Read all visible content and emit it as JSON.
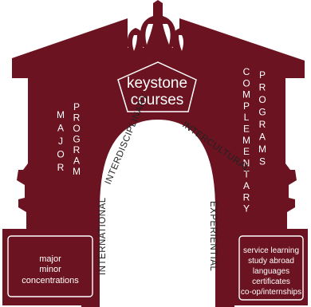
{
  "colors": {
    "maroon": "#6b1320",
    "white": "#ffffff",
    "text_dark": "#222222"
  },
  "keystone": {
    "line1": "keystone",
    "line2": "courses"
  },
  "left_pillar": {
    "vertical_words": [
      "MAJOR",
      "PROGRAM"
    ],
    "box_lines": [
      "major",
      "minor",
      "concentrations"
    ]
  },
  "right_pillar": {
    "vertical_words": [
      "COMPLEMENTARY",
      "PROGRAMS"
    ],
    "box_lines": [
      "service learning",
      "study abroad",
      "languages",
      "certificates",
      "co-op/internships"
    ]
  },
  "arch_labels": {
    "left_vertical": "INTERNATIONAL",
    "top_left": "INTERDISCIPLINARY",
    "top_right": "INTERCULTURAL",
    "right_vertical": "EXPERIENTIAL"
  }
}
